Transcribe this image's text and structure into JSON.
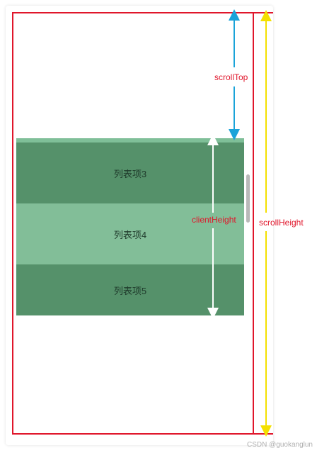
{
  "list": {
    "items": [
      {
        "label": "列表项3",
        "color": "#55916a"
      },
      {
        "label": "列表项4",
        "color": "#82be98"
      },
      {
        "label": "列表项5",
        "color": "#55916a"
      }
    ]
  },
  "annotations": {
    "scroll_top": "scrollTop",
    "client_height": "clientHeight",
    "scroll_height": "scrollHeight"
  },
  "colors": {
    "border_red": "#e0162b",
    "arrow_blue": "#1aa3d9",
    "arrow_yellow": "#f4e000",
    "arrow_white": "#ffffff"
  },
  "footer": {
    "credit": "CSDN @guokanglun"
  }
}
